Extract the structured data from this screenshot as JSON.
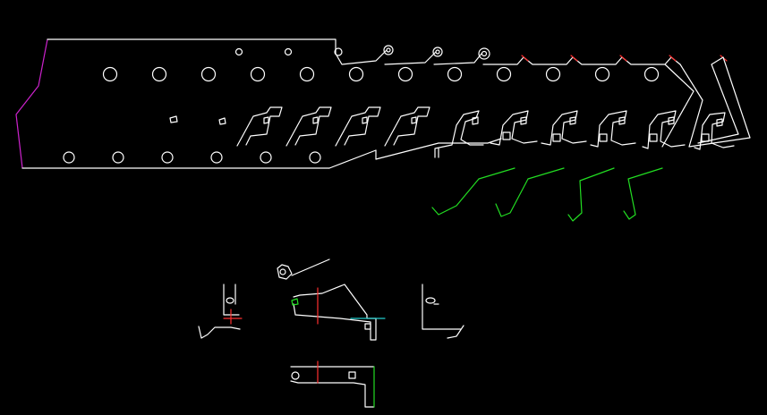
{
  "drawing": {
    "background": "#000000",
    "layer_colors": {
      "outline": "#ffffff",
      "bent_profile": "#22dd22",
      "edge_highlight": "#cc22cc",
      "center_mark": "#ff3030",
      "dimension": "#22cccc"
    },
    "strip": {
      "punch_station_count": 9,
      "form_station_count": 10,
      "bent_profile_count": 4
    }
  }
}
